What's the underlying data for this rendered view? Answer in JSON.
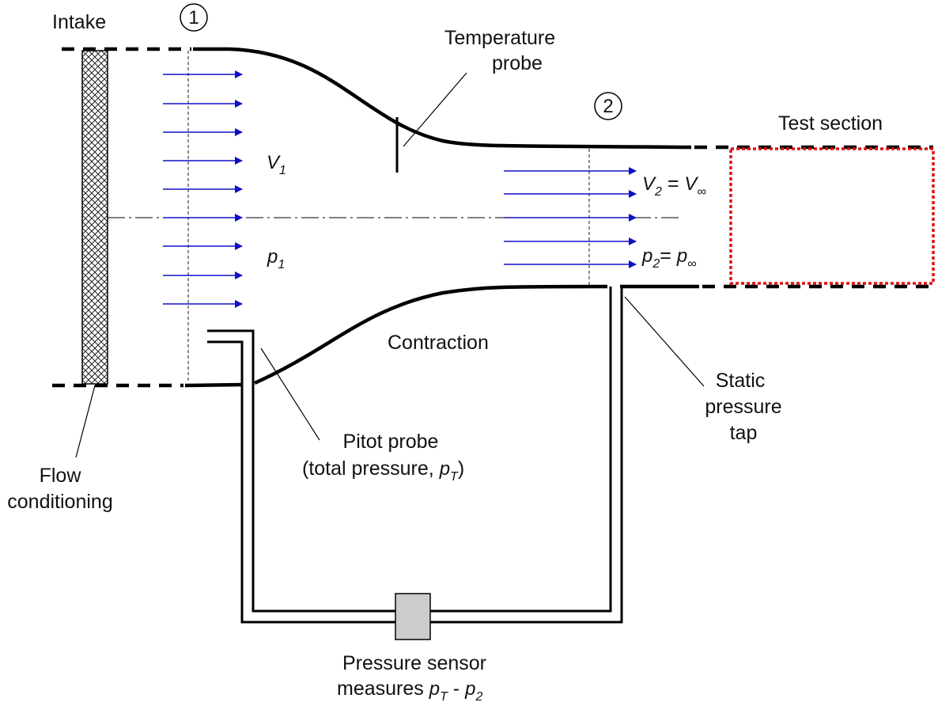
{
  "labels": {
    "intake": "Intake",
    "station_1": "1",
    "station_2": "2",
    "temperature_probe_line1": "Temperature",
    "temperature_probe_line2": "probe",
    "test_section": "Test section",
    "contraction": "Contraction",
    "static_tap_line1": "Static",
    "static_tap_line2": "pressure",
    "static_tap_line3": "tap",
    "pitot_line1": "Pitot probe",
    "pitot_line2_prefix": "(total pressure, ",
    "pitot_line2_symbol": "p",
    "pitot_line2_sub": "T",
    "pitot_line2_suffix": ")",
    "flow_line1": "Flow",
    "flow_line2": "conditioning",
    "sensor_line1": "Pressure sensor",
    "sensor_line2_prefix": "measures ",
    "sensor_p": "p",
    "sensor_sub_t": "T",
    "sensor_minus": " - ",
    "sensor_sub_2": "2"
  },
  "symbols": {
    "v1": "V",
    "v1_sub": "1",
    "p1": "p",
    "p1_sub": "1",
    "v2": "V",
    "v2_sub": "2",
    "v2_eq": " = ",
    "v_inf": "V",
    "inf_sub": "∞",
    "p2": "p",
    "p2_sub": "2",
    "p2_eq": "= ",
    "p_inf": "p"
  },
  "colors": {
    "flow_arrow": "#1010c8",
    "test_section_border": "#dd1111",
    "sensor_fill": "#cccccc",
    "wall": "#000000"
  }
}
